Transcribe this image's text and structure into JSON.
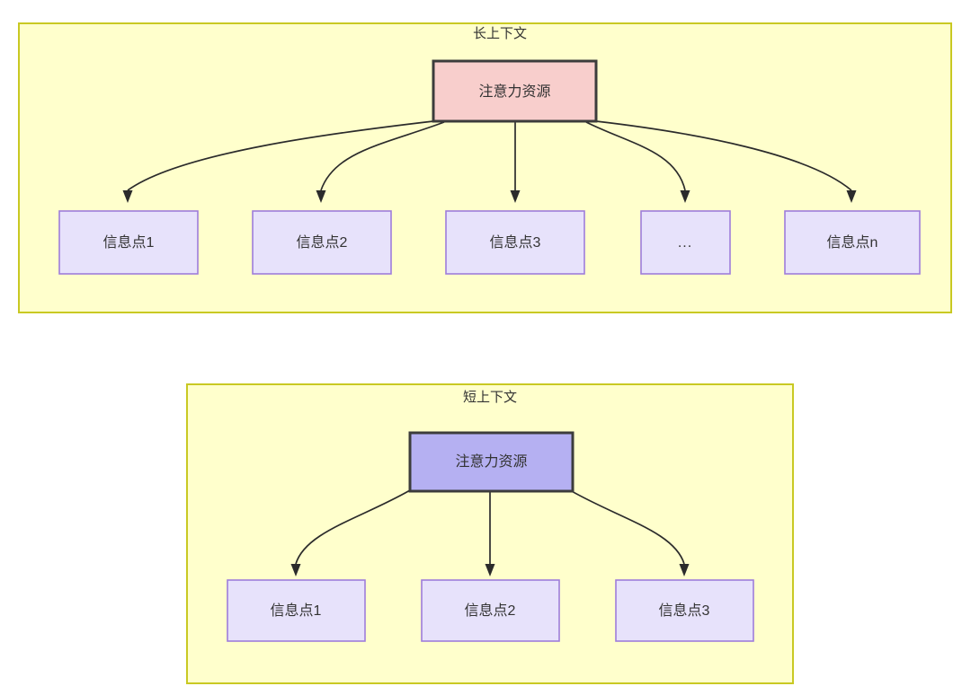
{
  "figure": {
    "kind": "two-panel-attention-allocation-diagram",
    "background": "#ffffff"
  },
  "colors": {
    "panel_fill": "#ffffcc",
    "panel_border": "#c9c923",
    "root_long_fill": "#f8cecc",
    "root_long_border": "#3c3c3c",
    "root_short_fill": "#b5b0f2",
    "root_short_border": "#3c3c3c",
    "leaf_fill": "#e7e2fb",
    "leaf_border": "#9e7ddb",
    "edge": "#2b2b2b",
    "text": "#333333"
  },
  "panels": [
    {
      "id": "long-context",
      "title": "长上下文",
      "root": {
        "label": "注意力资源",
        "style": "pink"
      },
      "leaves": [
        {
          "label": "信息点1"
        },
        {
          "label": "信息点2"
        },
        {
          "label": "信息点3"
        },
        {
          "label": "..."
        },
        {
          "label": "信息点n"
        }
      ]
    },
    {
      "id": "short-context",
      "title": "短上下文",
      "root": {
        "label": "注意力资源",
        "style": "periwinkle"
      },
      "leaves": [
        {
          "label": "信息点1"
        },
        {
          "label": "信息点2"
        },
        {
          "label": "信息点3"
        }
      ]
    }
  ]
}
